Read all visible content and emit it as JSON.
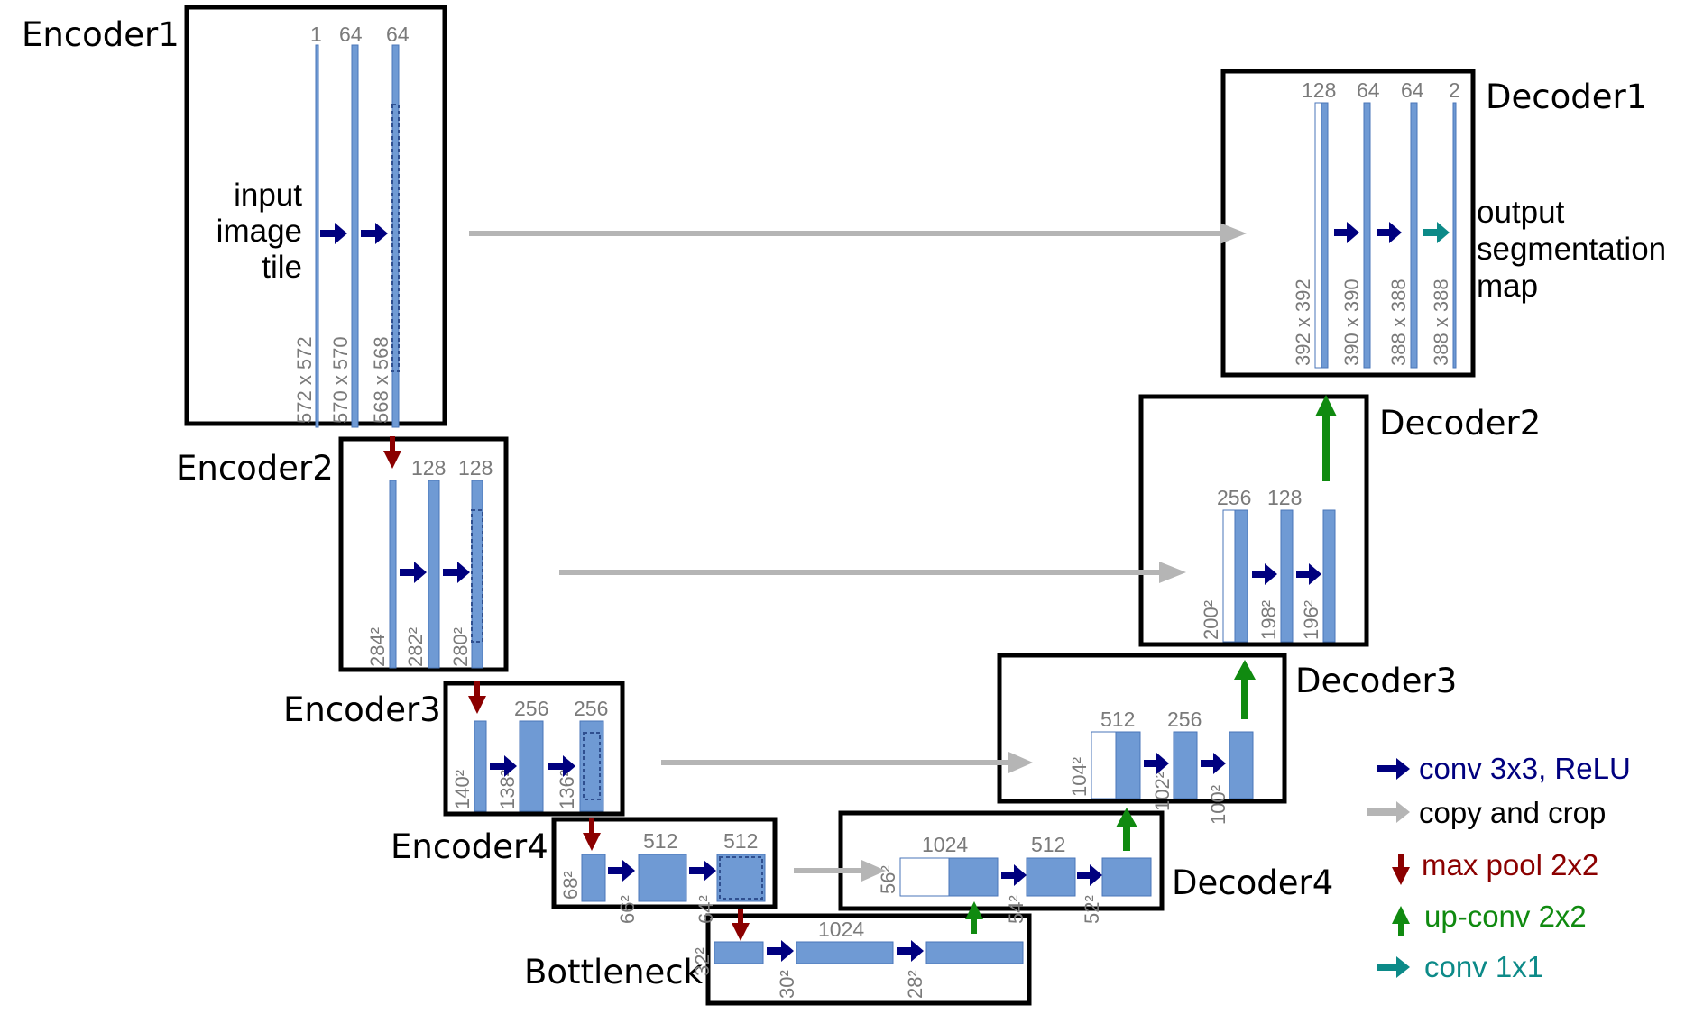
{
  "blocks": {
    "encoder1": "Encoder1",
    "encoder2": "Encoder2",
    "encoder3": "Encoder3",
    "encoder4": "Encoder4",
    "bottleneck": "Bottleneck",
    "decoder1": "Decoder1",
    "decoder2": "Decoder2",
    "decoder3": "Decoder3",
    "decoder4": "Decoder4"
  },
  "enc1": {
    "ch1": "1",
    "ch2": "64",
    "ch3": "64",
    "d1": "572 x 572",
    "d2": "570 x 570",
    "d3": "568 x 568",
    "input1": "input",
    "input2": "image",
    "input3": "tile"
  },
  "enc2": {
    "ch1": "128",
    "ch2": "128",
    "d1": "284²",
    "d2": "282²",
    "d3": "280²"
  },
  "enc3": {
    "ch1": "256",
    "ch2": "256",
    "d1": "140²",
    "d2": "138²",
    "d3": "136²"
  },
  "enc4": {
    "ch1": "512",
    "ch2": "512",
    "d1": "68²",
    "d2": "66²",
    "d3": "64²"
  },
  "bott": {
    "ch1": "1024",
    "d1": "32²",
    "d2": "30²",
    "d3": "28²"
  },
  "dec4": {
    "ch1": "1024",
    "ch2": "512",
    "d1": "56²",
    "d2": "54²",
    "d3": "52²"
  },
  "dec3": {
    "ch1": "512",
    "ch2": "256",
    "d1": "104²",
    "d2": "102²",
    "d3": "100²"
  },
  "dec2": {
    "ch1": "256",
    "ch2": "128",
    "d1": "200²",
    "d2": "198²",
    "d3": "196²"
  },
  "dec1": {
    "ch1": "128",
    "ch2": "64",
    "ch3": "64",
    "ch4": "2",
    "d1": "392 x 392",
    "d2": "390 x 390",
    "d3": "388 x 388",
    "d4": "388 x 388",
    "out1": "output",
    "out2": "segmentation",
    "out3": "map"
  },
  "legend": {
    "conv": "conv 3x3, ReLU",
    "copy": "copy and crop",
    "pool": "max pool 2x2",
    "upconv": "up-conv 2x2",
    "conv1": "conv 1x1"
  },
  "colors": {
    "feature_fill": "#6f9ad4",
    "feature_stroke": "#4a76b8",
    "conv_arrow": "#00007f",
    "copy_arrow": "#b5b5b5",
    "pool_arrow": "#8b0000",
    "upconv_arrow": "#108a10",
    "conv1_arrow": "#0c8a88",
    "box": "#000000"
  }
}
